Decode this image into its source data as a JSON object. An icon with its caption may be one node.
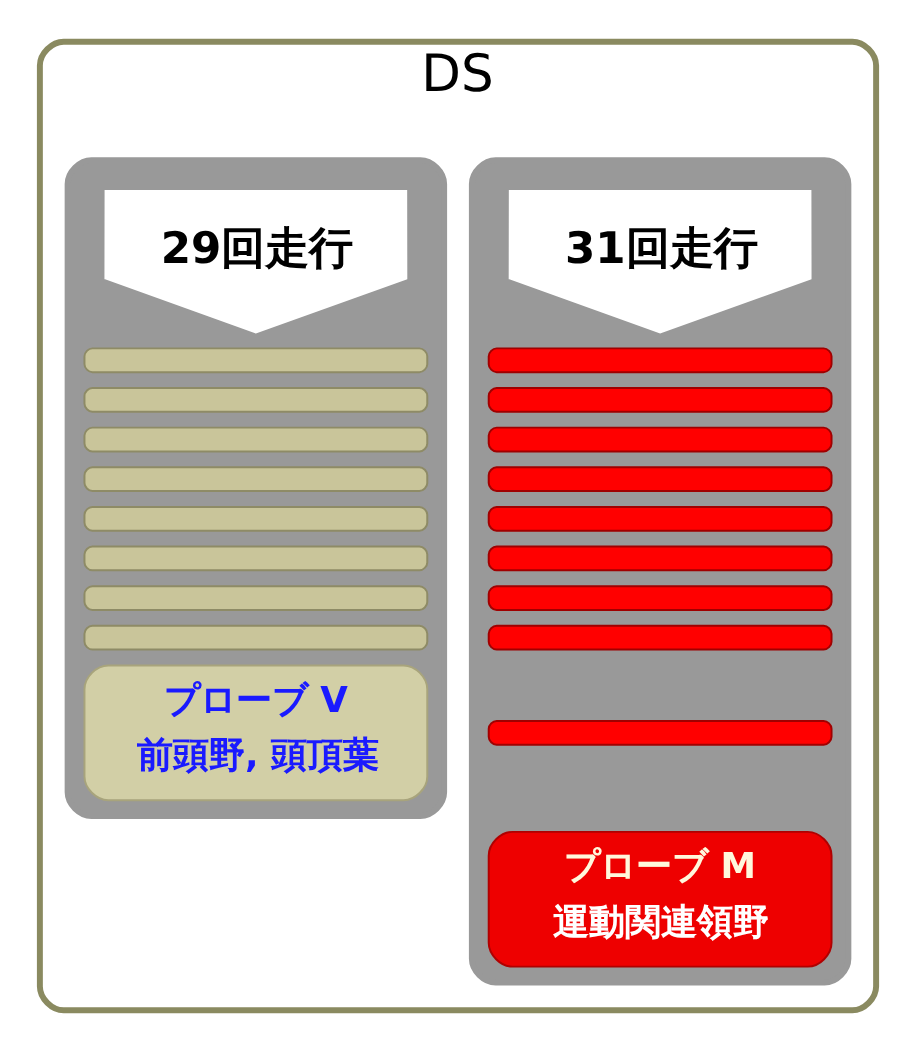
{
  "diagram": {
    "nodes": [
      {
        "text": [
          "DS"
        ]
      },
      {
        "text": [],
        "shape": "box",
        "in": 0
      },
      {
        "text": [
          "29回走行"
        ],
        "in": 1
      },
      {
        "text": [],
        "shape": "bar",
        "in": 1
      },
      {
        "text": [],
        "shape": "bar",
        "in": 1
      },
      {
        "text": [],
        "shape": "bar",
        "in": 1
      },
      {
        "text": [],
        "shape": "bar",
        "in": 1
      },
      {
        "text": [],
        "shape": "bar",
        "in": 1
      },
      {
        "text": [],
        "shape": "bar",
        "in": 1
      },
      {
        "text": [],
        "shape": "bar",
        "in": 1
      },
      {
        "text": [],
        "shape": "bar",
        "in": 1
      },
      {
        "text": [
          "プローブ V",
          "前頭野, 頭頂葉"
        ],
        "in": 1
      },
      {
        "text": [],
        "shape": "box",
        "in": 0
      },
      {
        "text": [
          "31回走行"
        ],
        "in": 12
      },
      {
        "text": [],
        "shape": "bar",
        "in": 12
      },
      {
        "text": [],
        "shape": "bar",
        "in": 12
      },
      {
        "text": [],
        "shape": "bar",
        "in": 12
      },
      {
        "text": [],
        "shape": "bar",
        "in": 12
      },
      {
        "text": [],
        "shape": "bar",
        "in": 12
      },
      {
        "text": [],
        "shape": "bar",
        "in": 12
      },
      {
        "text": [],
        "shape": "bar",
        "in": 12
      },
      {
        "text": [],
        "shape": "bar",
        "in": 12
      },
      {
        "text": [],
        "shape": "bar",
        "in": 12
      },
      {
        "text": [
          "プローブ M",
          "運動関連領野"
        ],
        "in": 12
      }
    ],
    "edges": []
  }
}
